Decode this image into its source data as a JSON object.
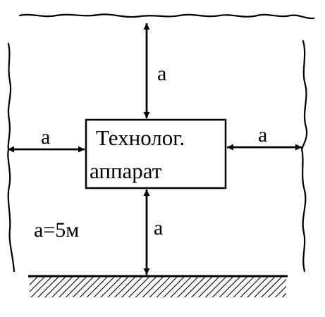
{
  "diagram": {
    "box": {
      "line1": "Технолог.",
      "line2": "аппарат"
    },
    "labels": {
      "top": "a",
      "left": "a",
      "right": "a",
      "bottom": "a",
      "note": "a=5м"
    },
    "colors": {
      "stroke": "#000000",
      "background": "#ffffff"
    }
  }
}
